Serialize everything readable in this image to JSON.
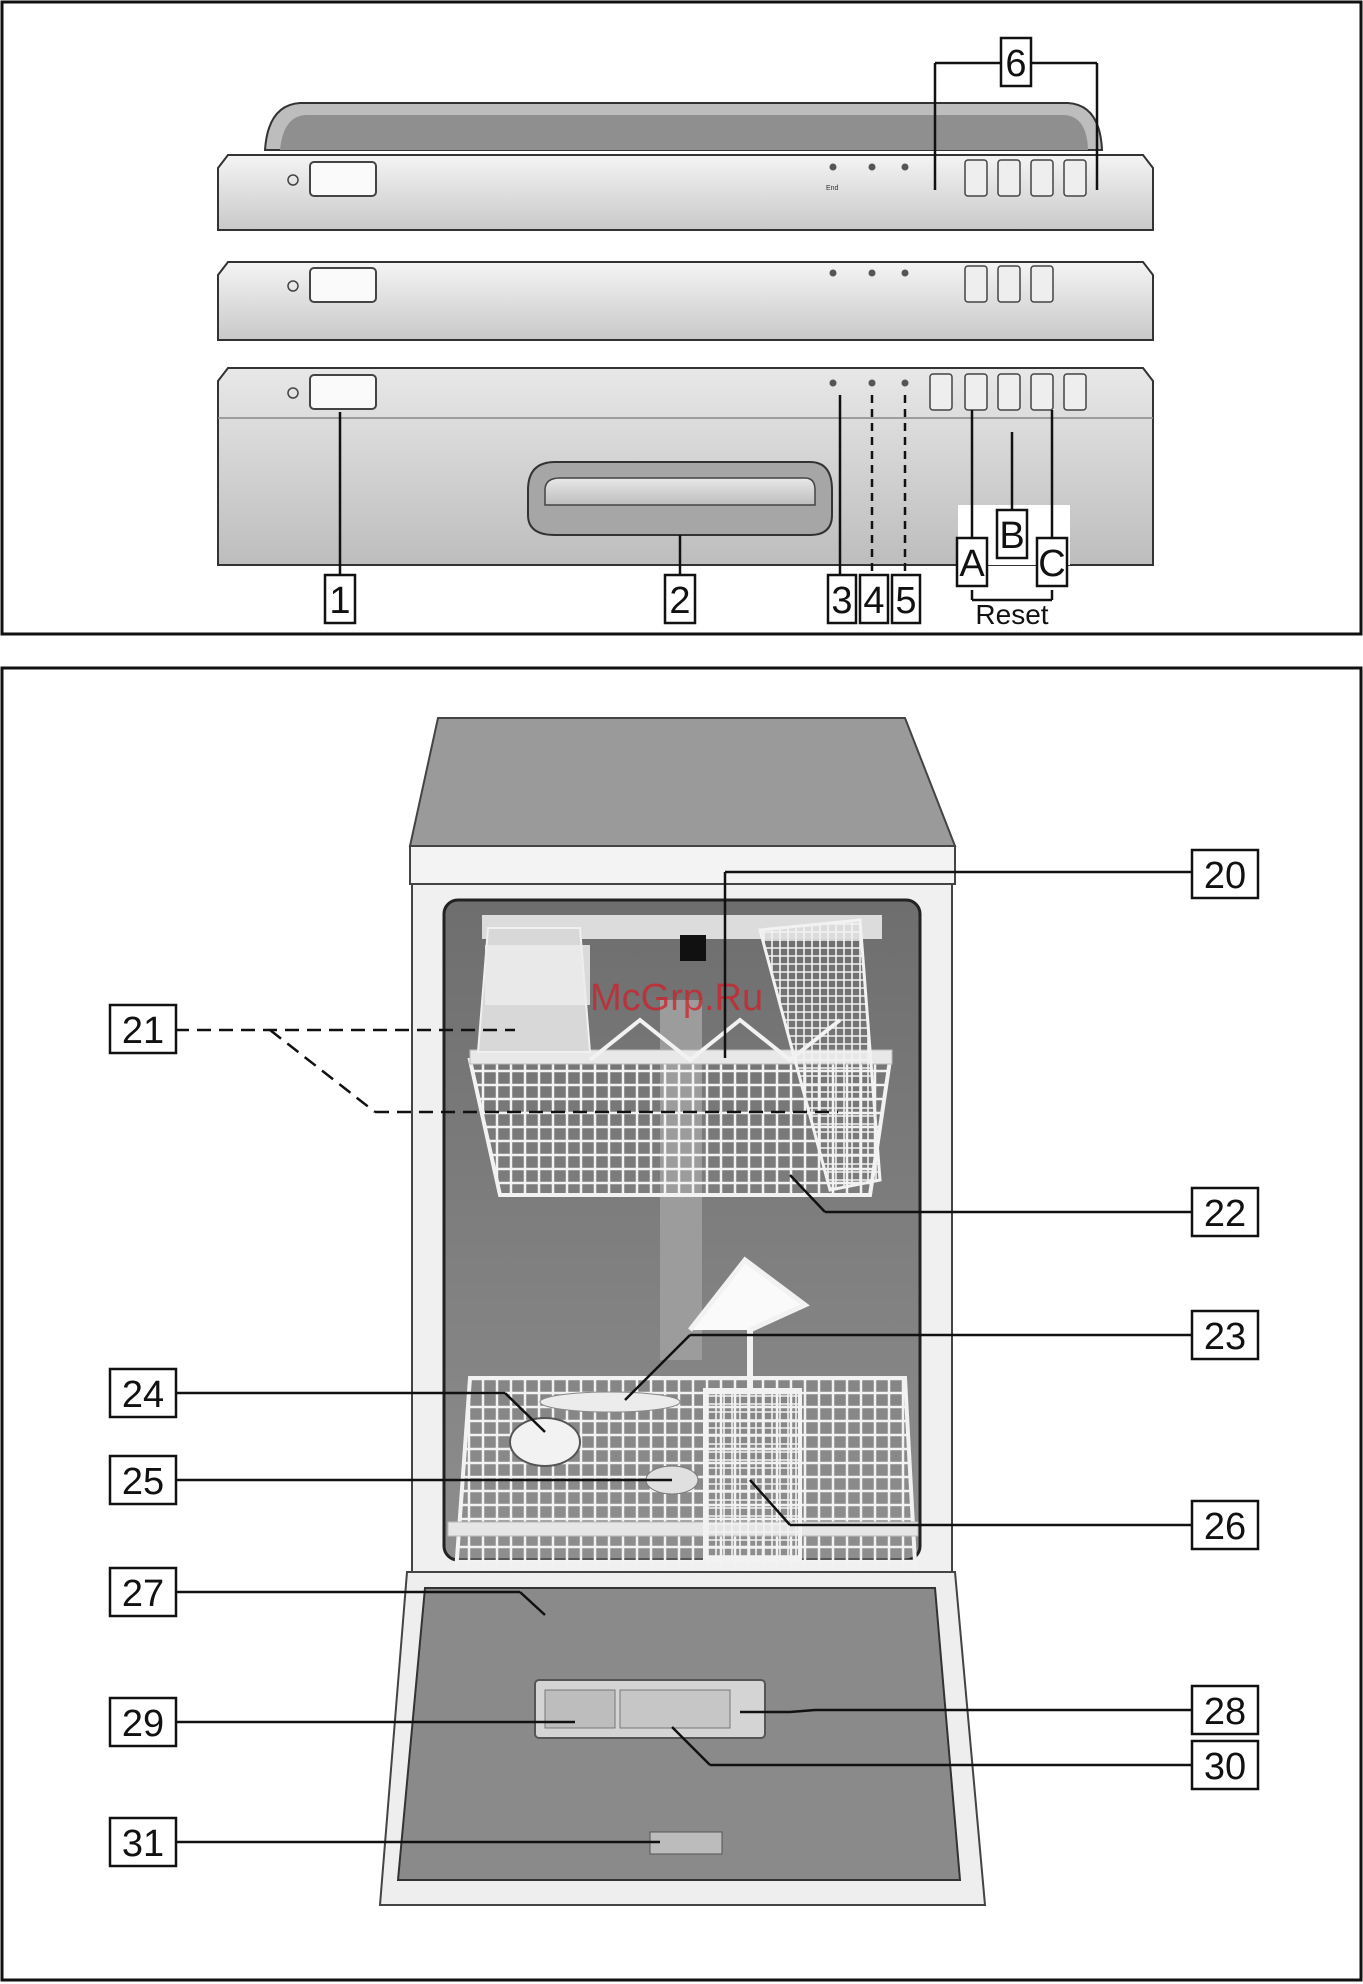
{
  "top_panel": {
    "callouts": [
      "1",
      "2",
      "3",
      "4",
      "5",
      "6"
    ],
    "reset_letters": [
      "A",
      "B",
      "C"
    ],
    "reset_label": "Reset",
    "led_end_label": "End"
  },
  "bottom_panel": {
    "callouts": [
      "20",
      "21",
      "22",
      "23",
      "24",
      "25",
      "26",
      "27",
      "28",
      "29",
      "30",
      "31"
    ]
  },
  "watermark": "McGrp.Ru"
}
